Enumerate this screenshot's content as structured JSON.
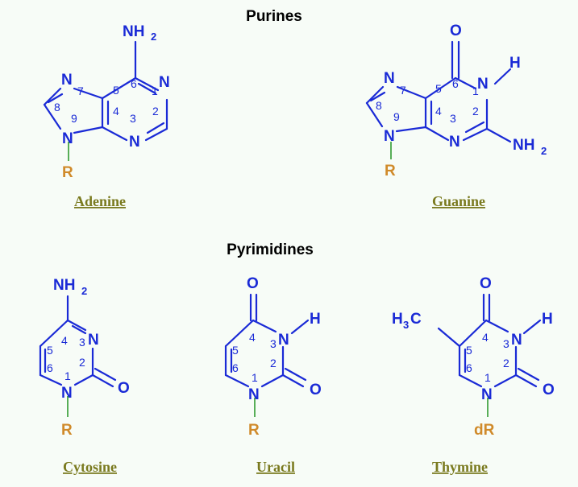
{
  "headings": {
    "purines": "Purines",
    "pyrimidines": "Pyrimidines"
  },
  "atoms": {
    "N": "N",
    "O": "O",
    "H": "H",
    "NH": "NH",
    "H3C_H": "H",
    "C": "C",
    "sub2": "2",
    "sub3": "3"
  },
  "r_groups": {
    "ribose": "R",
    "deoxyribose": "dR"
  },
  "ring_numbers": [
    "1",
    "2",
    "3",
    "4",
    "5",
    "6",
    "7",
    "8",
    "9"
  ],
  "links": {
    "adenine": "Adenine",
    "guanine": "Guanine",
    "cytosine": "Cytosine",
    "uracil": "Uracil",
    "thymine": "Thymine"
  },
  "colors": {
    "bond": "#1a2ad6",
    "r_group": "#d08a2a",
    "link": "#7a7a1f",
    "r_bond": "#2f9a2f"
  }
}
